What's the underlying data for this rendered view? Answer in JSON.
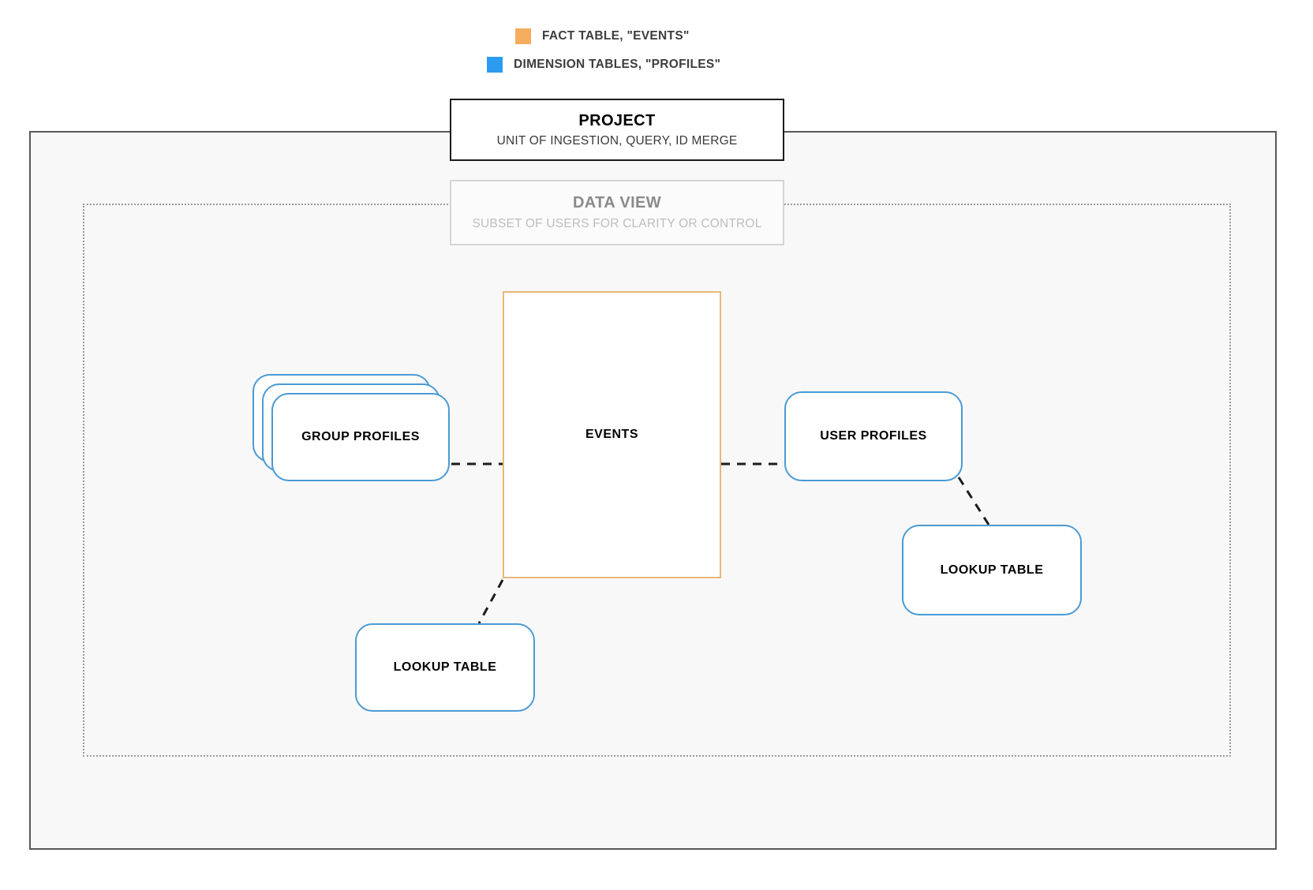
{
  "legend": {
    "items": [
      {
        "id": "fact-table",
        "label": "FACT TABLE, \"EVENTS\"",
        "color": "#f5ac5e",
        "icon": "square-swatch-icon"
      },
      {
        "id": "dimension-tables",
        "label": "DIMENSION TABLES, \"PROFILES\"",
        "color": "#2d9cf0",
        "icon": "square-swatch-icon"
      }
    ]
  },
  "project": {
    "title": "PROJECT",
    "subtitle": "UNIT OF INGESTION, QUERY, ID MERGE",
    "border_color": "#1c1c1c"
  },
  "data_view": {
    "title": "DATA VIEW",
    "subtitle": "SUBSET OF USERS FOR CLARITY OR CONTROL",
    "border_color": "#d5d5d5"
  },
  "nodes": {
    "events": {
      "label": "EVENTS",
      "type": "fact-table",
      "color": "#e8b877"
    },
    "group_profiles": {
      "label": "GROUP PROFILES",
      "type": "dimension-table",
      "color": "#4a9ad4",
      "stack_count": 3
    },
    "user_profiles": {
      "label": "USER PROFILES",
      "type": "dimension-table",
      "color": "#4a9ad4"
    },
    "lookup_left": {
      "label": "LOOKUP TABLE",
      "type": "dimension-table",
      "color": "#4a9ad4"
    },
    "lookup_right": {
      "label": "LOOKUP TABLE",
      "type": "dimension-table",
      "color": "#4a9ad4"
    }
  },
  "connectors": [
    {
      "id": "group-profiles-to-events",
      "from": "group_profiles",
      "to": "events",
      "style": "dashed",
      "color": "#1c1c1c"
    },
    {
      "id": "events-to-user-profiles",
      "from": "events",
      "to": "user_profiles",
      "style": "dashed",
      "color": "#1c1c1c"
    },
    {
      "id": "events-to-lookup-left",
      "from": "events",
      "to": "lookup_left",
      "style": "dashed",
      "color": "#1c1c1c"
    },
    {
      "id": "user-profiles-to-lookup-right",
      "from": "user_profiles",
      "to": "lookup_right",
      "style": "dashed",
      "color": "#1c1c1c"
    }
  ]
}
